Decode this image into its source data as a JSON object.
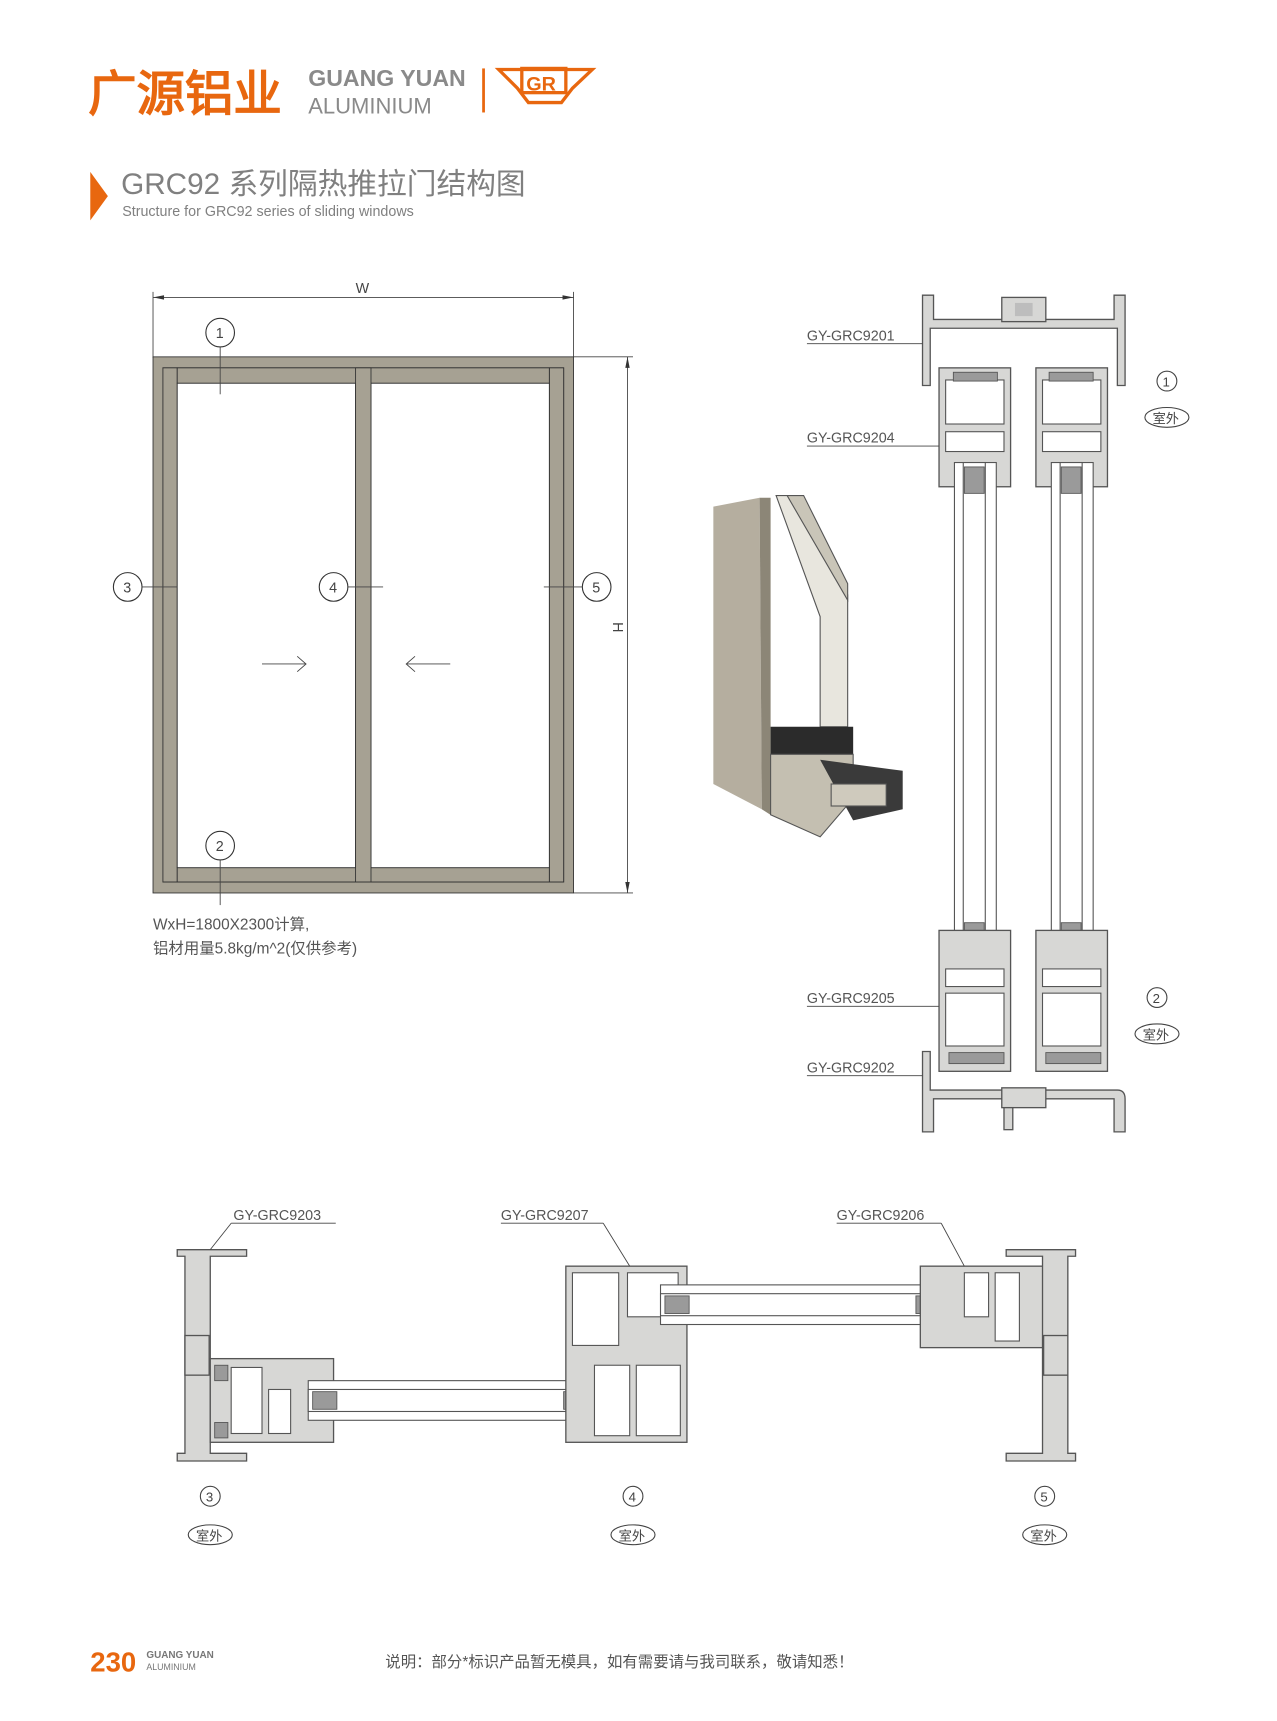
{
  "header": {
    "brand_cn": "广源铝业",
    "brand_en_1": "GUANG YUAN",
    "brand_en_2": "ALUMINIUM",
    "logo_mark": "GR",
    "brand_color": "#e8670f"
  },
  "title": {
    "main": "GRC92 系列隔热推拉门结构图",
    "sub": "Structure for GRC92 series of sliding windows"
  },
  "elevation": {
    "width_label": "W",
    "height_label": "H",
    "markers": [
      "1",
      "2",
      "3",
      "4",
      "5"
    ],
    "note_line1": "WxH=1800X2300计算,",
    "note_line2": "铝材用量5.8kg/m^2(仅供参考)"
  },
  "vertical_section": {
    "labels": [
      "GY-GRC9201",
      "GY-GRC9204",
      "GY-GRC9205",
      "GY-GRC9202"
    ],
    "marker_top": "1",
    "marker_bottom": "2",
    "outdoor": "室外"
  },
  "horizontal_section": {
    "labels": [
      "GY-GRC9203",
      "GY-GRC9207",
      "GY-GRC9206"
    ],
    "markers": [
      "3",
      "4",
      "5"
    ],
    "outdoor": "室外"
  },
  "footer": {
    "page_number": "230",
    "brand_en_1": "GUANG YUAN",
    "brand_en_2": "ALUMINIUM",
    "note": "说明：部分*标识产品暂无模具，如有需要请与我司联系，敬请知悉！"
  }
}
